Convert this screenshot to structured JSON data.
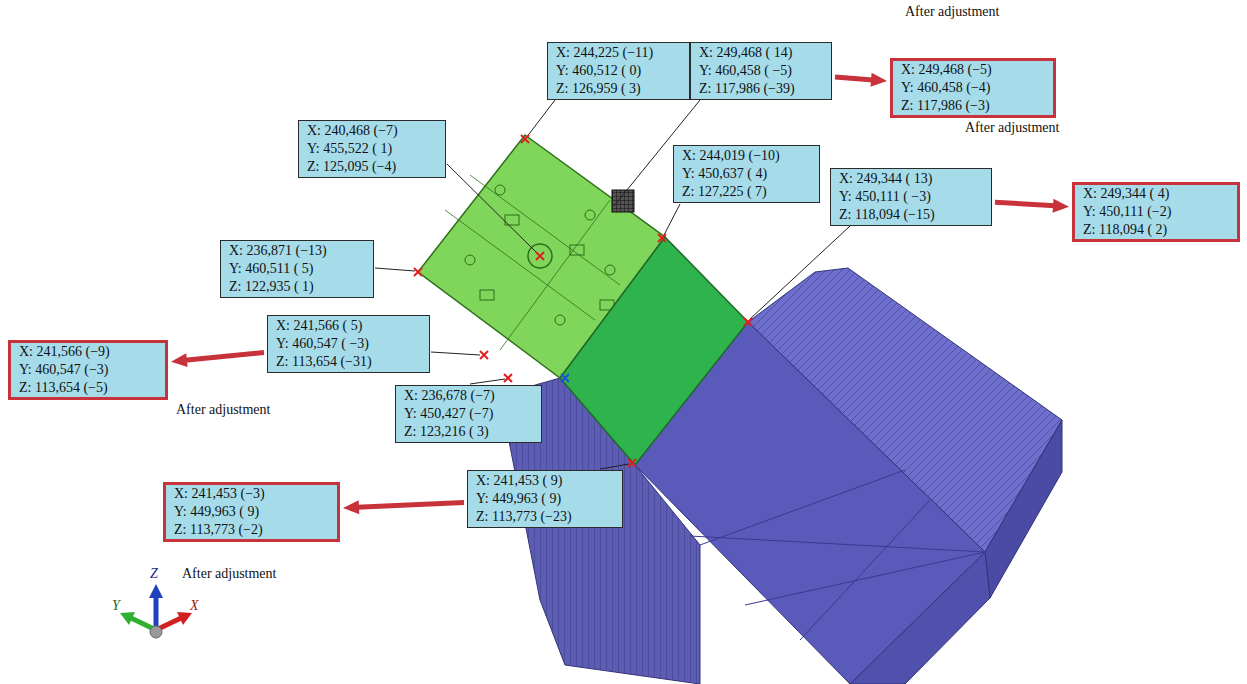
{
  "diagram": {
    "nodes": [
      {
        "text": [
          "X: 244,225 (−11)",
          "Y: 460,512 ( 0)",
          "Z: 126,959 ( 3)"
        ]
      },
      {
        "text": [
          "X: 249,468 ( 14)",
          "Y: 460,458 ( −5)",
          "Z: 117,986 (−39)"
        ]
      },
      {
        "text": [
          "X: 249,468 (−5)",
          "Y: 460,458 (−4)",
          "Z: 117,986 (−3)"
        ]
      },
      {
        "text": [
          "X: 240,468 (−7)",
          "Y: 455,522 ( 1)",
          "Z: 125,095 (−4)"
        ]
      },
      {
        "text": [
          "X: 244,019 (−10)",
          "Y: 450,637 ( 4)",
          "Z: 127,225 ( 7)"
        ]
      },
      {
        "text": [
          "X: 249,344 ( 13)",
          "Y: 450,111 ( −3)",
          "Z: 118,094 (−15)"
        ]
      },
      {
        "text": [
          "X: 249,344 ( 4)",
          "Y: 450,111 (−2)",
          "Z: 118,094 ( 2)"
        ]
      },
      {
        "text": [
          "X: 236,871 (−13)",
          "Y: 460,511 ( 5)",
          "Z: 122,935 ( 1)"
        ]
      },
      {
        "text": [
          "X: 241,566 ( 5)",
          "Y: 460,547 ( −3)",
          "Z: 113,654 (−31)"
        ]
      },
      {
        "text": [
          "X: 241,566 (−9)",
          "Y: 460,547 (−3)",
          "Z: 113,654 (−5)"
        ]
      },
      {
        "text": [
          "X: 236,678 (−7)",
          "Y: 450,427 (−7)",
          "Z: 123,216 ( 3)"
        ]
      },
      {
        "text": [
          "X: 241,453 ( 9)",
          "Y: 449,963 ( 9)",
          "Z: 113,773 (−23)"
        ]
      },
      {
        "text": [
          "X: 241,453 (−3)",
          "Y: 449,963 ( 9)",
          "Z: 113,773 (−2)"
        ]
      }
    ],
    "edges": [
      {
        "from": 1,
        "to": 2,
        "arrow": "to"
      },
      {
        "from": 5,
        "to": 6,
        "arrow": "to"
      },
      {
        "from": 8,
        "to": 9,
        "arrow": "to"
      },
      {
        "from": 11,
        "to": 12,
        "arrow": "to"
      }
    ],
    "labels": [
      "After adjustment",
      "After adjustment",
      "After adjustment",
      "After adjustment",
      "Z",
      "Y",
      "X"
    ]
  }
}
